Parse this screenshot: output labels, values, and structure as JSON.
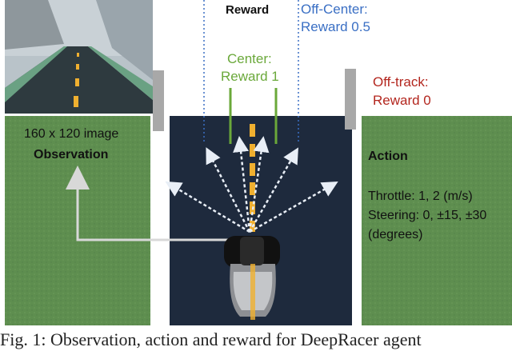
{
  "reward": {
    "title": "Reward",
    "center_label_1": "Center:",
    "center_label_2": "Reward 1",
    "offcenter_label_1": "Off-Center:",
    "offcenter_label_2": "Reward 0.5",
    "offtrack_label_1": "Off-track:",
    "offtrack_label_2": "Reward 0"
  },
  "observation": {
    "size_text": "160 x 120 image",
    "title": "Observation"
  },
  "action": {
    "title": "Action",
    "throttle": "Throttle: 1, 2 (m/s)",
    "steering": "Steering: 0, ±15, ±30",
    "units": "(degrees)"
  },
  "caption": "Fig. 1: Observation, action and reward for DeepRacer agent",
  "colors": {
    "grass": "#5e8e4f",
    "track": "#1e2a3d",
    "center_green": "#6aa83a",
    "offcenter_blue": "#3a6fc4",
    "offtrack_red": "#b3261e",
    "lane_yellow": "#f0b030"
  }
}
